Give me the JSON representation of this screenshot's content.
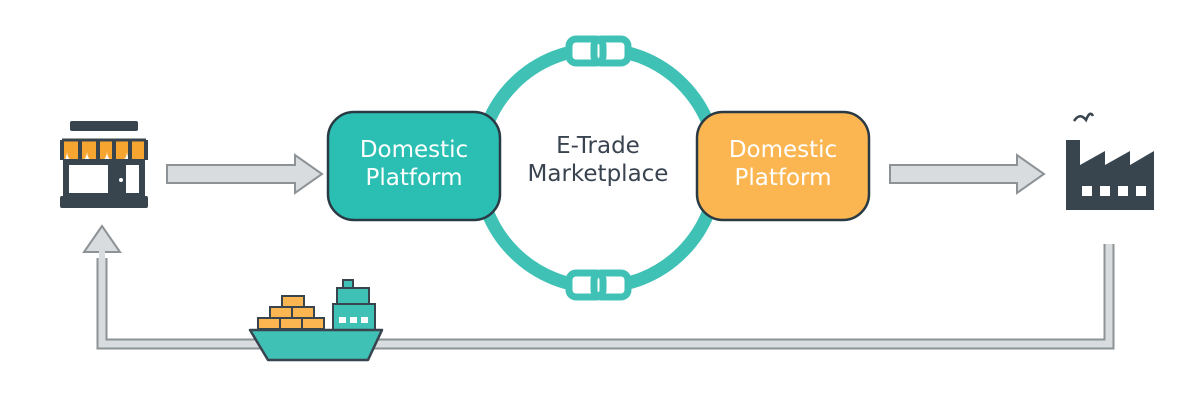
{
  "left_platform": {
    "line1": "Domestic",
    "line2": "Platform",
    "color": "#2bbfb3",
    "border": "#2a3a44"
  },
  "center": {
    "line1": "E-Trade",
    "line2": "Marketplace",
    "ring_color": "#3fc1b5"
  },
  "right_platform": {
    "line1": "Domestic",
    "line2": "Platform",
    "color": "#fbb651",
    "border": "#2a3a44"
  },
  "icons": {
    "left": "store-icon",
    "right": "factory-icon",
    "ship": "cargo-ship-icon",
    "link_top": "chain-link-icon",
    "link_bottom": "chain-link-icon"
  },
  "colors": {
    "arrow_fill": "#d9dcdf",
    "arrow_stroke": "#8c9296",
    "dark": "#38444e",
    "awning": "#f7a531",
    "teal": "#3fc1b5",
    "cargo": "#fbb651"
  }
}
